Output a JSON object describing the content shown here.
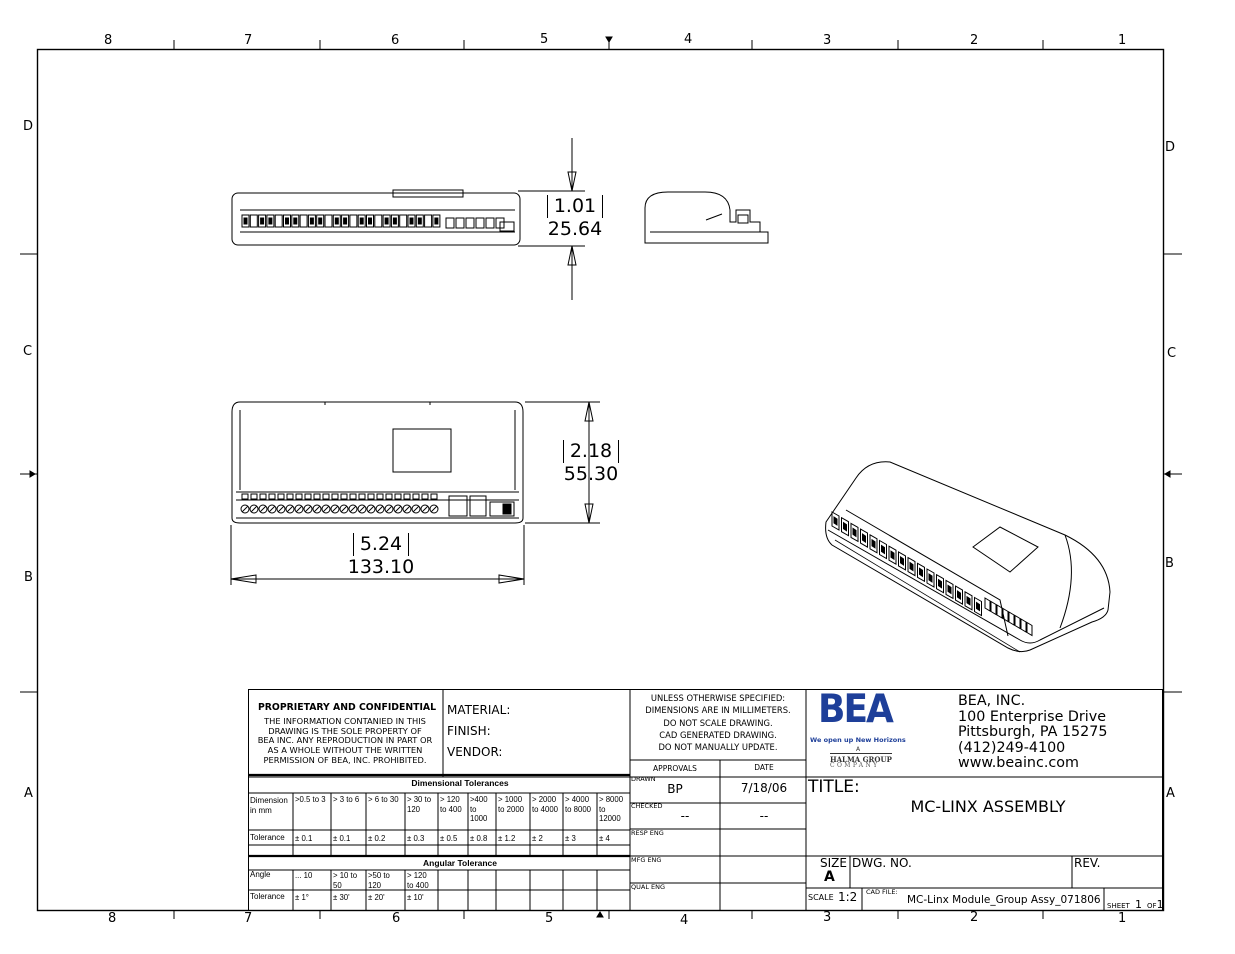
{
  "border": {
    "top_columns": [
      "8",
      "7",
      "6",
      "5",
      "4",
      "3",
      "2",
      "1"
    ],
    "bottom_columns": [
      "8",
      "7",
      "6",
      "5",
      "4",
      "3",
      "2",
      "1"
    ],
    "left_rows": [
      "D",
      "C",
      "B",
      "A"
    ],
    "right_rows": [
      "D",
      "C",
      "B",
      "A"
    ]
  },
  "dimensions": {
    "height_in": "1.01",
    "height_mm": "25.64",
    "depth_in": "2.18",
    "depth_mm": "55.30",
    "width_in": "5.24",
    "width_mm": "133.10"
  },
  "confidential": {
    "heading": "PROPRIETARY AND CONFIDENTIAL",
    "lines": [
      "THE INFORMATION CONTANIED IN THIS",
      "DRAWING IS THE SOLE PROPERTY OF",
      "BEA INC. ANY REPRODUCTION IN PART OR",
      "AS A WHOLE WITHOUT THE WRITTEN",
      "PERMISSION OF BEA, INC. PROHIBITED."
    ]
  },
  "material": {
    "material": "MATERIAL:",
    "finish": "FINISH:",
    "vendor": "VENDOR:"
  },
  "notes": [
    "UNLESS  OTHERWISE  SPECIFIED:",
    "DIMENSIONS  ARE  IN  MILLIMETERS.",
    "DO  NOT  SCALE  DRAWING.",
    "CAD GENERATED DRAWING.",
    "DO  NOT  MANUALLY  UPDATE."
  ],
  "dim_tol": {
    "title": "Dimensional Tolerances",
    "row1_label": [
      "Dimension",
      "in mm"
    ],
    "ranges": [
      [
        ">0.5 to 3"
      ],
      [
        "> 3 to 6"
      ],
      [
        "> 6 to 30"
      ],
      [
        "> 30 to",
        "120"
      ],
      [
        "> 120",
        "to 400"
      ],
      [
        ">400",
        "to",
        "1000"
      ],
      [
        "> 1000",
        "to 2000"
      ],
      [
        "> 2000",
        "to 4000"
      ],
      [
        "> 4000",
        "to 8000"
      ],
      [
        "> 8000",
        "to",
        "12000"
      ]
    ],
    "tol_label": "Tolerance",
    "tols": [
      "± 0.1",
      "± 0.1",
      "± 0.2",
      "± 0.3",
      "± 0.5",
      "± 0.8",
      "± 1.2",
      "± 2",
      "± 3",
      "± 4"
    ]
  },
  "ang_tol": {
    "title": "Angular Tolerance",
    "angle_label": "Angle",
    "angles": [
      [
        "... 10"
      ],
      [
        "> 10 to",
        "50"
      ],
      [
        ">50 to",
        "120"
      ],
      [
        "> 120",
        "to 400"
      ]
    ],
    "tol_label": "Tolerance",
    "tols": [
      "± 1°",
      "± 30'",
      "± 20'",
      "± 10'"
    ]
  },
  "approvals": {
    "approvals_label": "APPROVALS",
    "date_label": "DATE",
    "drawn": "DRAWN",
    "drawn_by": "BP",
    "drawn_date": "7/18/06",
    "checked": "CHECKED",
    "checked_by": "--",
    "checked_date": "--",
    "resp": "RESP ENG",
    "mfg": "MFG ENG",
    "qual": "QUAL ENG"
  },
  "logo": {
    "text": "BEA",
    "tagline": "We open up New Horizons",
    "group_name": "HALMA GROUP",
    "group_sub": "COMPANY",
    "group_mark": "A"
  },
  "company": {
    "name": "BEA, INC.",
    "address": "100 Enterprise Drive",
    "city": "Pittsburgh, PA  15275",
    "phone": "(412)249-4100",
    "web": "www.beainc.com"
  },
  "title_block": {
    "title_label": "TITLE:",
    "title": "MC-LINX ASSEMBLY",
    "size_label": "SIZE",
    "size": "A",
    "dwg_label": "DWG. NO.",
    "rev_label": "REV.",
    "scale_label": "SCALE",
    "scale": "1:2",
    "cad_label": "CAD FILE:",
    "cad_file": "MC-Linx Module_Group Assy_071806",
    "sheet_label": "SHEET",
    "sheet": "1",
    "of_label": "OF",
    "sheet_total": "1"
  },
  "colors": {
    "logo_blue": "#1e3f99",
    "line": "#000000"
  }
}
